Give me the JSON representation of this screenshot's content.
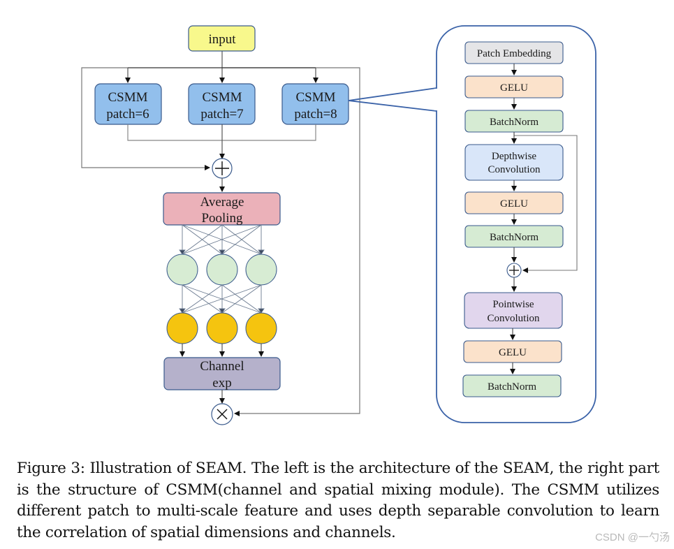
{
  "left": {
    "input": "input",
    "csmm": [
      {
        "line1": "CSMM",
        "line2": "patch=6"
      },
      {
        "line1": "CSMM",
        "line2": "patch=7"
      },
      {
        "line1": "CSMM",
        "line2": "patch=8"
      }
    ],
    "add_symbol": "+",
    "avg_pool": {
      "line1": "Average",
      "line2": "Pooling"
    },
    "channel_exp": {
      "line1": "Channel",
      "line2": "exp"
    },
    "multiply_symbol": "×"
  },
  "right": {
    "patch_embedding": "Patch Embedding",
    "gelu1": "GELU",
    "batchnorm1": "BatchNorm",
    "depthwise": {
      "line1": "Depthwise",
      "line2": "Convolution"
    },
    "gelu2": "GELU",
    "batchnorm2": "BatchNorm",
    "add_symbol": "+",
    "pointwise": {
      "line1": "Pointwise",
      "line2": "Convolution"
    },
    "gelu3": "GELU",
    "batchnorm3": "BatchNorm"
  },
  "colors": {
    "input": "#f8f88c",
    "csmm": "#92bfec",
    "avg_pool": "#ebb1b9",
    "green_node": "#d7ecd3",
    "yellow_node": "#f5c40f",
    "channel_exp": "#b5b1cb",
    "patch_embedding": "#e5e5e7",
    "gelu": "#fbe2cb",
    "batchnorm": "#d6ebd3",
    "depthwise": "#d9e6f9",
    "pointwise": "#e1d6ed",
    "stroke": "#3a5a8c"
  },
  "caption": "Figure 3: Illustration of SEAM. The left is the architecture of the SEAM, the right part is the structure of CSMM(channel and spatial mixing module). The CSMM utilizes different patch to multi-scale feature and uses depth separable convolution to learn the correlation of spatial dimensions and channels.",
  "watermark": "CSDN @一勺汤"
}
